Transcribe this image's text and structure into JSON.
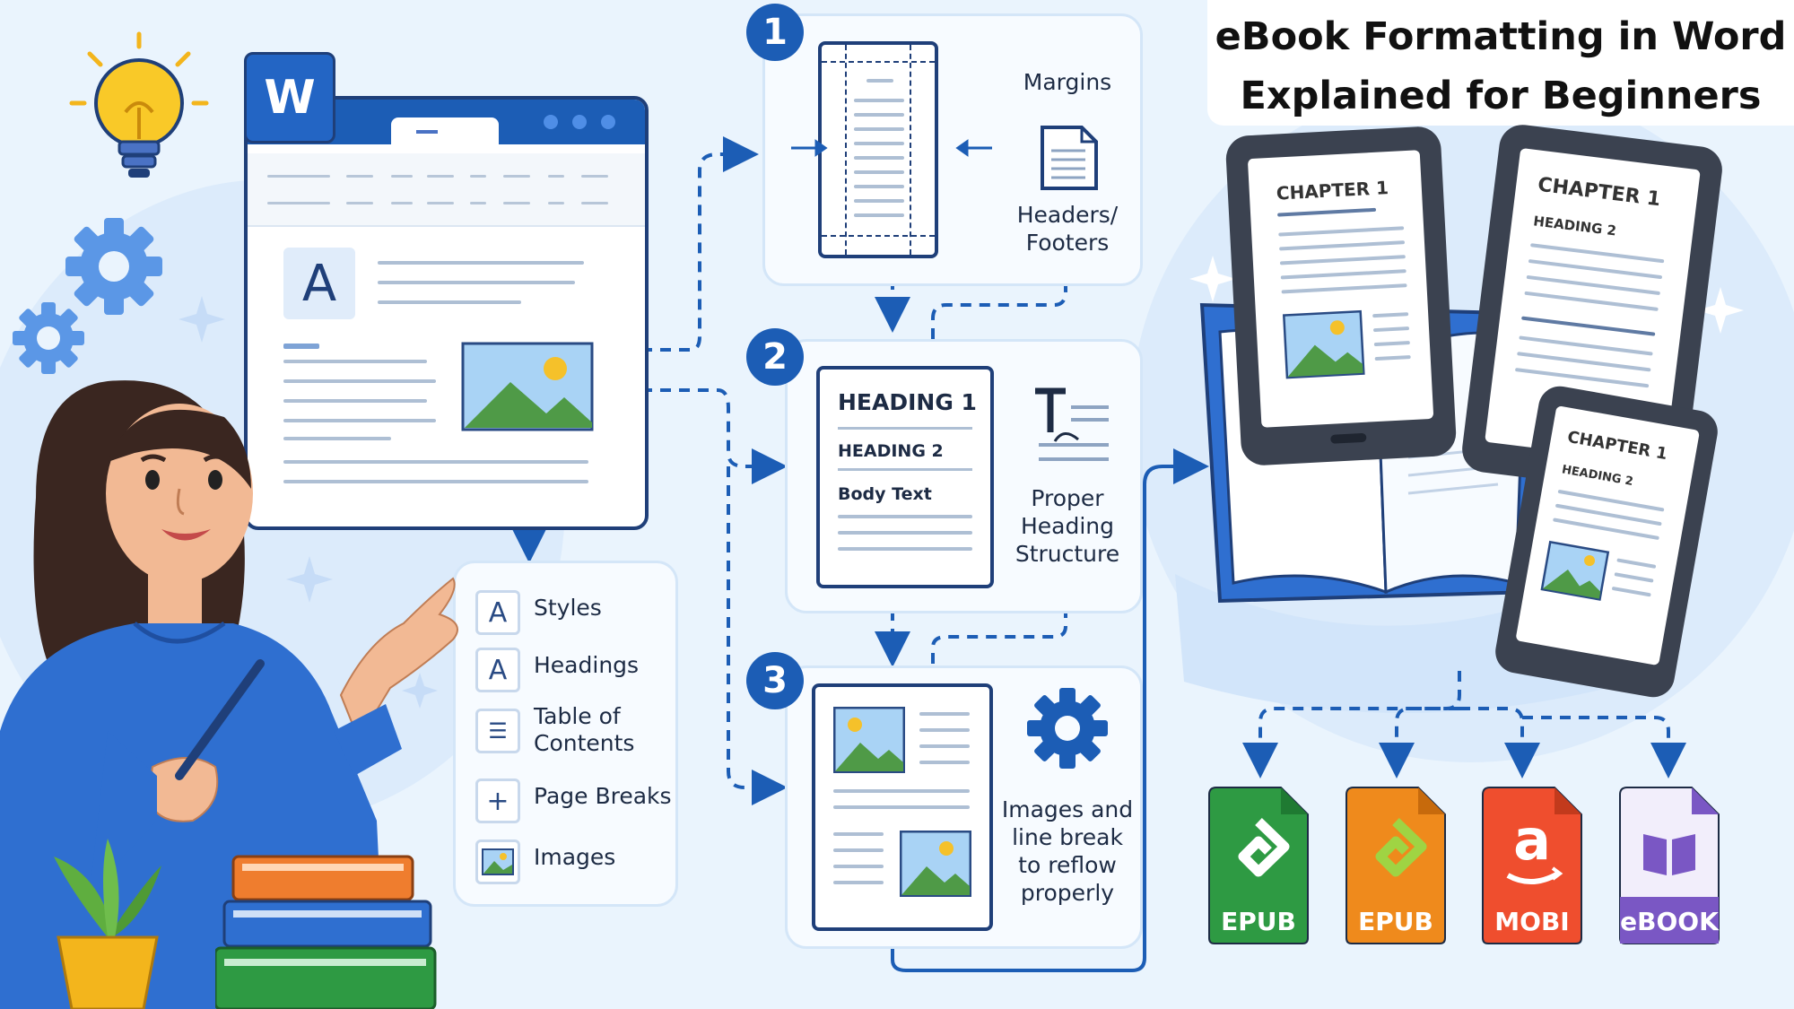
{
  "title": {
    "line1": "eBook Formatting in Word",
    "line2": "Explained for Beginners"
  },
  "word_logo": "W",
  "colors": {
    "primary": "#1c5db5",
    "navy": "#1f3f79",
    "background": "#eaf4fd",
    "epub_green": "#2e9a43",
    "epub_orange": "#ef8a1c",
    "mobi_red": "#ef4e2e",
    "ebook_purple": "#7a57c4"
  },
  "editor": {
    "style_glyph": "A"
  },
  "features": [
    {
      "icon": "A",
      "label": "Styles"
    },
    {
      "icon": "A",
      "label": "Headings"
    },
    {
      "icon": "☰",
      "label": "Table of",
      "label2": "Contents"
    },
    {
      "icon": "+",
      "label": "Page Breaks"
    },
    {
      "icon": "",
      "label": "Images"
    }
  ],
  "steps": [
    {
      "number": "1",
      "label_a": "Margins",
      "label_b": "Headers/",
      "label_c": "Footers"
    },
    {
      "number": "2",
      "heading1": "HEADING 1",
      "heading2": "HEADING 2",
      "body": "Body Text",
      "label": [
        "Proper",
        "Heading",
        "Structure"
      ]
    },
    {
      "number": "3",
      "label": [
        "Images and",
        "line break",
        "to reflow",
        "properly"
      ]
    }
  ],
  "devices": [
    {
      "chapter": "CHAPTER 1"
    },
    {
      "chapter": "CHAPTER 1",
      "heading": "HEADING 2"
    },
    {
      "chapter": "CHAPTER 1",
      "heading": "HEADING 2"
    }
  ],
  "formats": [
    {
      "label": "EPUB",
      "color": "#2e9a43",
      "glyph": "e"
    },
    {
      "label": "EPUB",
      "color": "#ef8a1c",
      "glyph": "e"
    },
    {
      "label": "MOBI",
      "color": "#ef4e2e",
      "glyph": "a"
    },
    {
      "label": "eBOOK",
      "color": "#7a57c4",
      "glyph": ""
    }
  ]
}
